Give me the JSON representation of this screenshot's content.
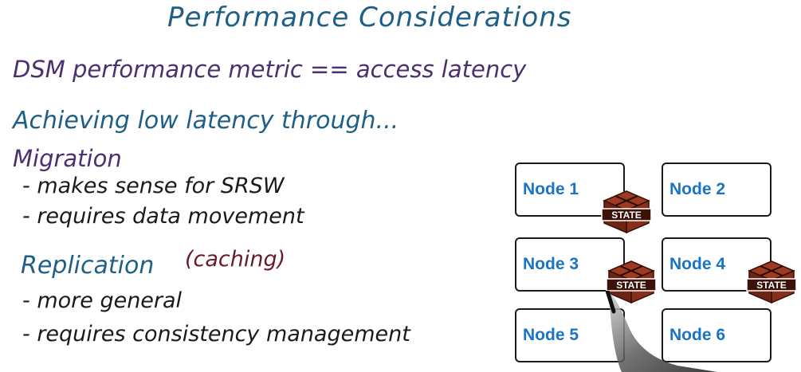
{
  "title": "Performance Considerations",
  "notes": {
    "metric": "DSM performance metric == access latency",
    "achieving": "Achieving low latency through...",
    "migration": {
      "heading": "Migration",
      "points": [
        "- makes sense for SRSW",
        "- requires data movement"
      ]
    },
    "replication": {
      "heading": "Replication",
      "aside": "(caching)",
      "points": [
        "- more general",
        "- requires consistency management"
      ]
    }
  },
  "diagram": {
    "nodes": [
      "Node 1",
      "Node 2",
      "Node 3",
      "Node 4",
      "Node 5",
      "Node 6"
    ],
    "state_label": "STATE",
    "state_on_nodes": [
      "Node 1",
      "Node 3",
      "Node 4"
    ]
  },
  "colors": {
    "title": "#1f5f86",
    "metric": "#4b2f6e",
    "node_text": "#1a73c5",
    "state_box": "#7a2a1a",
    "caching": "#6b1a2c"
  }
}
